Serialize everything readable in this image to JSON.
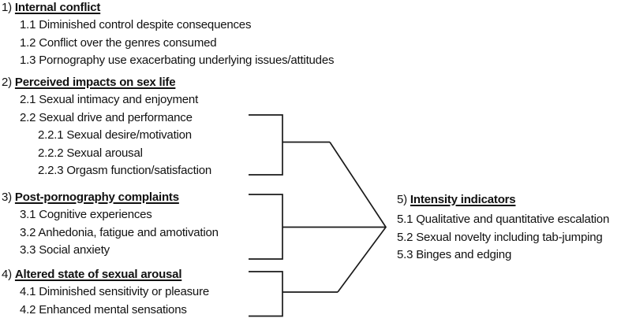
{
  "colors": {
    "background": "#ffffff",
    "text": "#111111",
    "line": "#1a1a1a"
  },
  "diagram": {
    "type": "thematic-map",
    "sections": [
      {
        "number": "1)",
        "title": "Internal conflict",
        "items": [
          "1.1 Diminished control despite consequences",
          "1.2 Conflict over the genres consumed",
          "1.3 Pornography use exacerbating underlying issues/attitudes"
        ]
      },
      {
        "number": "2)",
        "title": "Perceived impacts on sex life",
        "items": [
          "2.1 Sexual intimacy and enjoyment",
          "2.2 Sexual drive and performance",
          "2.2.1 Sexual desire/motivation",
          "2.2.2 Sexual arousal",
          "2.2.3 Orgasm function/satisfaction"
        ]
      },
      {
        "number": "3)",
        "title": "Post-pornography complaints",
        "items": [
          "3.1 Cognitive experiences",
          "3.2 Anhedonia, fatigue and amotivation",
          "3.3 Social anxiety"
        ]
      },
      {
        "number": "4)",
        "title": "Altered state of sexual arousal",
        "items": [
          "4.1 Diminished sensitivity or pleasure",
          "4.2 Enhanced mental sensations"
        ]
      },
      {
        "number": "5)",
        "title": "Intensity indicators",
        "items": [
          "5.1 Qualitative and quantitative escalation",
          "5.2 Sexual novelty including tab-jumping",
          "5.3 Binges and edging"
        ]
      }
    ],
    "connections": {
      "converging_from": [
        "2.2 sub-themes",
        "section 3",
        "section 4"
      ],
      "converging_to": "section 5"
    }
  }
}
